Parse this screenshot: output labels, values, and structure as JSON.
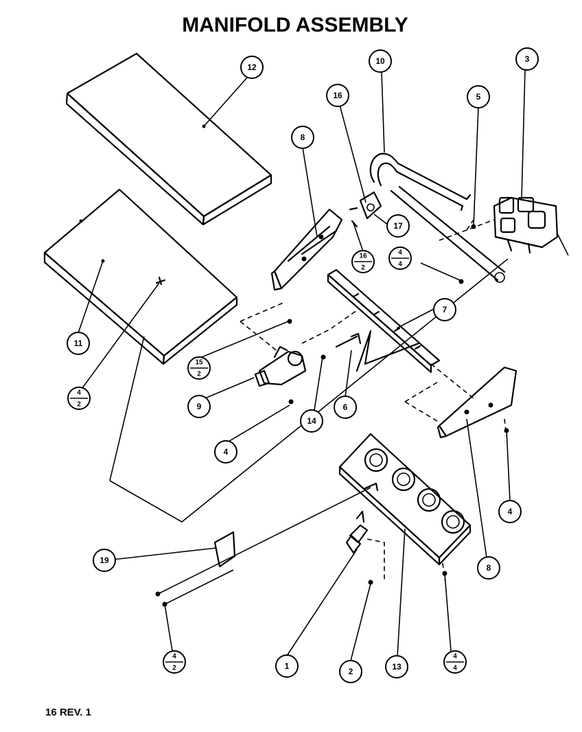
{
  "title": "MANIFOLD ASSEMBLY",
  "footer": "16 REV. 1",
  "callouts": {
    "c1": "1",
    "c2": "2",
    "c3": "3",
    "c4a": "4",
    "c4b": "4",
    "c4c_top": "4",
    "c4c_bottom": "4",
    "c4d_top": "4",
    "c4d_bottom": "2",
    "c4e_top": "4",
    "c4e_bottom": "2",
    "c4f_top": "4",
    "c4f_bottom": "4",
    "c5": "5",
    "c6": "6",
    "c7": "7",
    "c8a": "8",
    "c8b": "8",
    "c9": "9",
    "c10": "10",
    "c11": "11",
    "c12": "12",
    "c13": "13",
    "c14": "14",
    "c15_top": "15",
    "c15_bottom": "2",
    "c16": "16",
    "c16b_top": "16",
    "c16b_bottom": "2",
    "c17": "17",
    "c19": "19"
  }
}
